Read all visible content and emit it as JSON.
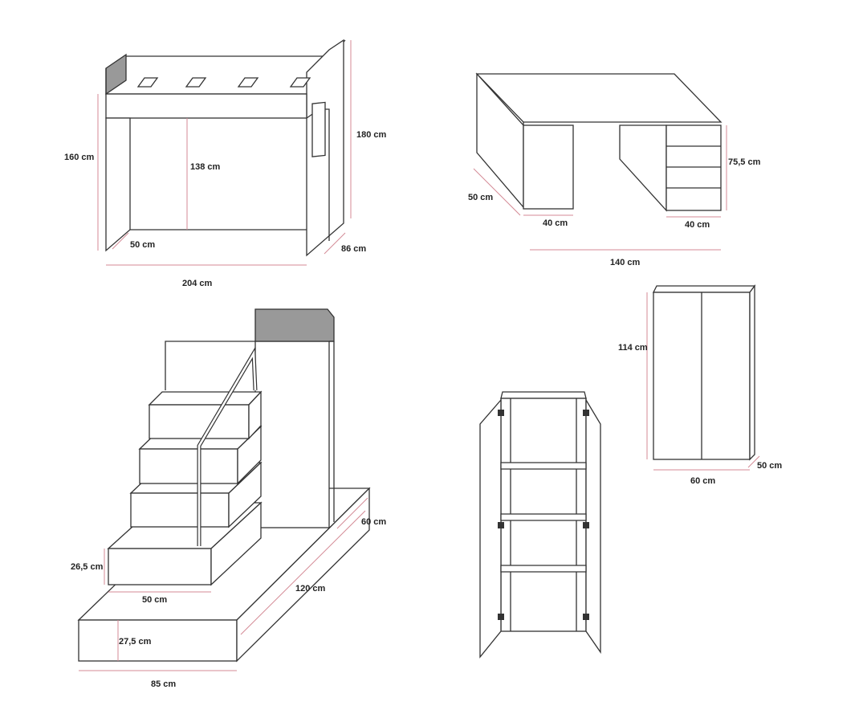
{
  "colors": {
    "line": "#333333",
    "dimension": "#d48a95",
    "accent_panel": "#999999",
    "background": "#ffffff"
  },
  "loft_bed": {
    "height_total": "160 cm",
    "height_under": "138 cm",
    "height_ladder": "180 cm",
    "depth_step": "50 cm",
    "depth": "86 cm",
    "length": "204 cm"
  },
  "desk": {
    "depth": "50 cm",
    "leg_left": "40 cm",
    "drawers_width": "40 cm",
    "height": "75,5 cm",
    "length": "140 cm"
  },
  "stairs": {
    "step_height": "26,5 cm",
    "step_width": "50 cm",
    "base_height": "27,5 cm",
    "base_width": "85 cm",
    "base_length": "120 cm",
    "base_depth": "60 cm"
  },
  "wardrobe": {
    "height": "114 cm",
    "width": "60 cm",
    "depth": "50 cm"
  }
}
